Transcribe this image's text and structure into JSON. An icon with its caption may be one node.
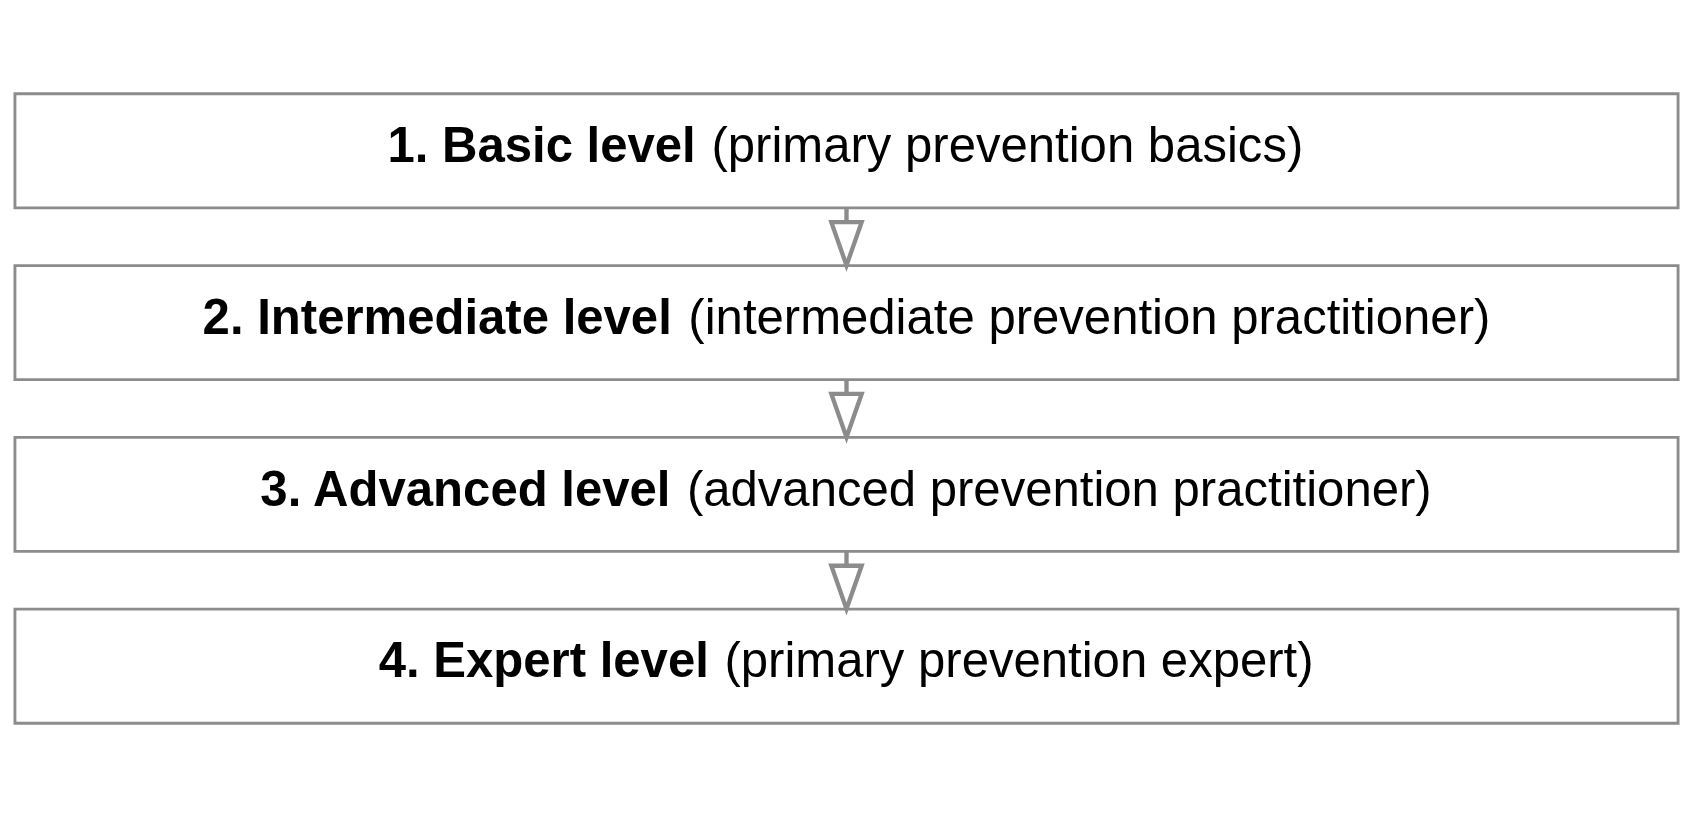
{
  "diagram": {
    "nodes": [
      {
        "text": [
          "**1. Basic level** (primary prevention basics)"
        ]
      },
      {
        "text": [
          "**2. Intermediate level** (intermediate prevention practitioner)"
        ]
      },
      {
        "text": [
          "**3. Advanced level** (advanced prevention practitioner)"
        ]
      },
      {
        "text": [
          "**4. Expert level** (primary prevention expert)"
        ]
      }
    ],
    "edges": [
      {
        "from": 0,
        "to": 1,
        "arrow": "to"
      },
      {
        "from": 1,
        "to": 2,
        "arrow": "to"
      },
      {
        "from": 2,
        "to": 3,
        "arrow": "to"
      }
    ]
  }
}
